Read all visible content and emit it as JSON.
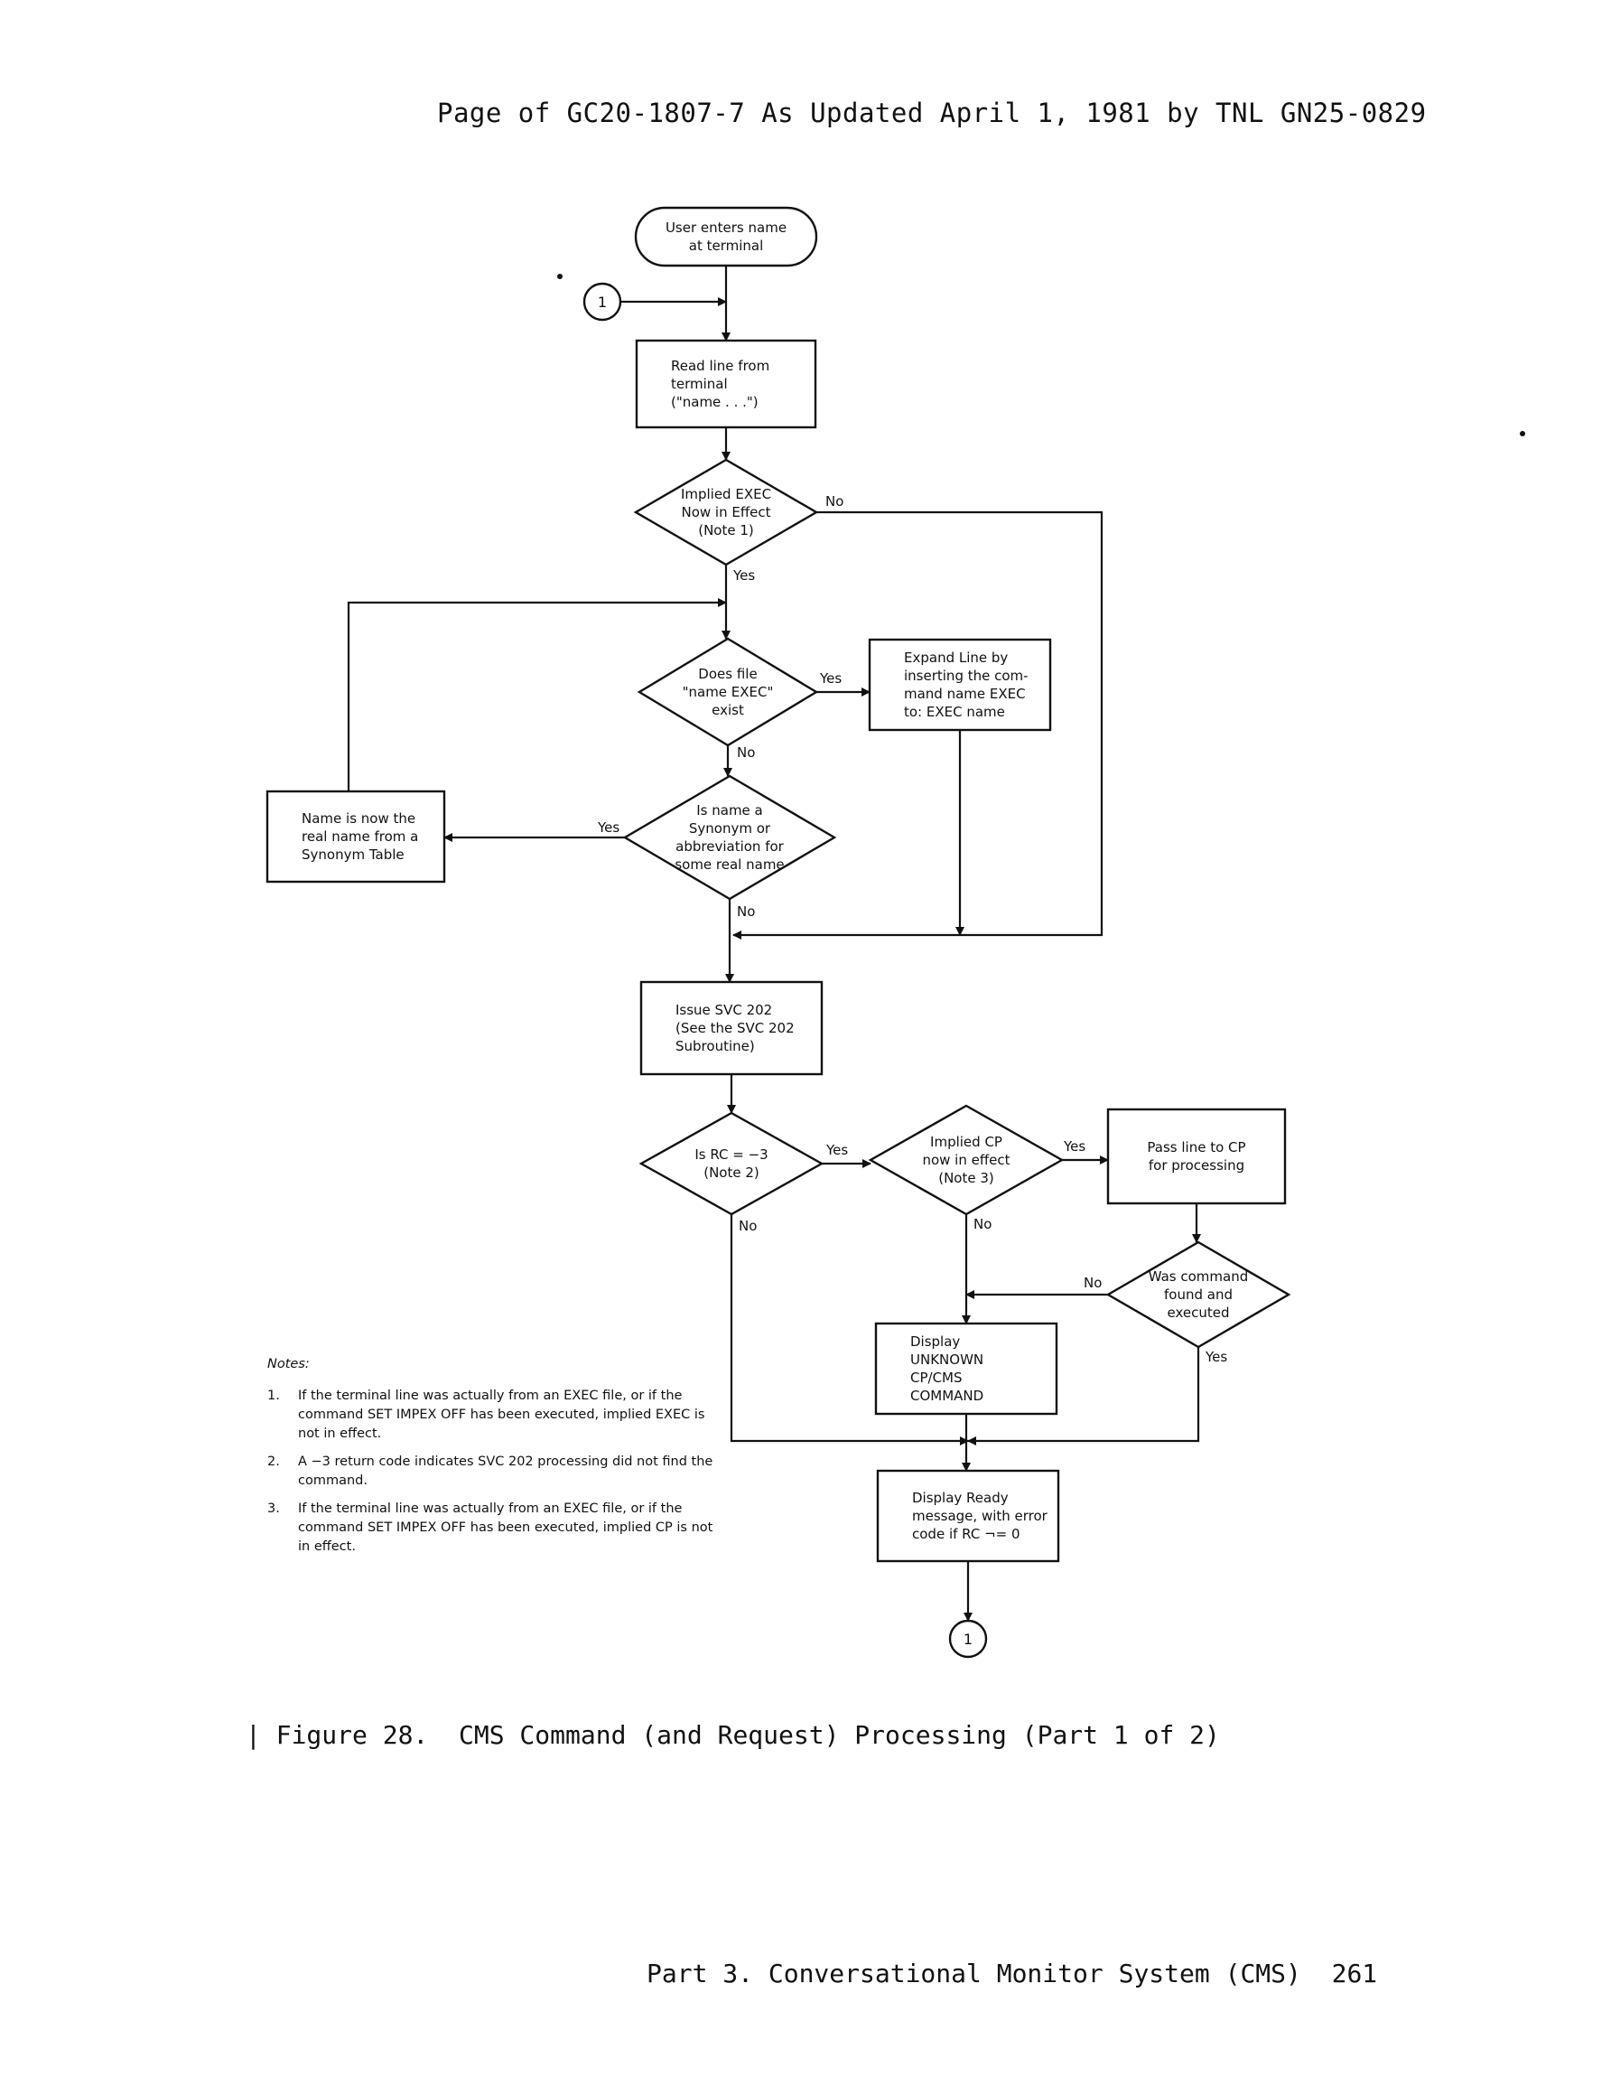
{
  "header": {
    "text": "Page of GC20-1807-7 As Updated April 1, 1981 by TNL GN25-0829"
  },
  "flowchart": {
    "nodes": {
      "start": {
        "type": "terminator",
        "lines": [
          "User enters name",
          "at terminal"
        ]
      },
      "read_line": {
        "type": "process",
        "lines": [
          "Read line from",
          "terminal",
          "(\"name . . .\")"
        ]
      },
      "implied_exec": {
        "type": "decision",
        "lines": [
          "Implied EXEC",
          "Now in Effect",
          "(Note 1)"
        ]
      },
      "does_file_exist": {
        "type": "decision",
        "lines": [
          "Does file",
          "\"name EXEC\"",
          "exist"
        ]
      },
      "expand_line": {
        "type": "process",
        "lines": [
          "Expand Line by",
          "inserting the com-",
          "mand name EXEC",
          "to: EXEC name"
        ]
      },
      "is_synonym": {
        "type": "decision",
        "lines": [
          "Is name a",
          "Synonym or",
          "abbreviation for",
          "some real name"
        ]
      },
      "name_real": {
        "type": "process",
        "lines": [
          "Name is now the",
          "real name from a",
          "Synonym Table"
        ]
      },
      "issue_svc": {
        "type": "process",
        "lines": [
          "Issue SVC 202",
          "(See the SVC 202",
          "Subroutine)"
        ]
      },
      "is_rc": {
        "type": "decision",
        "lines": [
          "Is RC = −3",
          "(Note 2)"
        ]
      },
      "implied_cp": {
        "type": "decision",
        "lines": [
          "Implied CP",
          "now in effect",
          "(Note 3)"
        ]
      },
      "pass_cp": {
        "type": "process",
        "lines": [
          "Pass line to CP",
          "for processing"
        ]
      },
      "was_command": {
        "type": "decision",
        "lines": [
          "Was command",
          "found and",
          "executed"
        ]
      },
      "display_unknown": {
        "type": "process",
        "lines": [
          "Display",
          "UNKNOWN",
          "CP/CMS",
          "COMMAND"
        ]
      },
      "display_ready": {
        "type": "process",
        "lines": [
          "Display Ready",
          "message, with error",
          "code if RC ¬= 0"
        ]
      }
    },
    "connectors": {
      "entry": "1",
      "exit": "1"
    },
    "edge_labels": {
      "implied_exec_no": "No",
      "implied_exec_yes": "Yes",
      "file_yes": "Yes",
      "file_no": "No",
      "synonym_yes": "Yes",
      "synonym_no": "No",
      "rc_yes": "Yes",
      "rc_no": "No",
      "cp_yes": "Yes",
      "cp_no": "No",
      "cmd_no": "No",
      "cmd_yes": "Yes"
    }
  },
  "notes": {
    "title": "Notes:",
    "items": [
      {
        "num": "1.",
        "text": "If the terminal line was actually from an EXEC file, or if the command SET IMPEX OFF has been executed, implied EXEC is not in effect."
      },
      {
        "num": "2.",
        "text": "A −3 return code indicates SVC 202 processing did not find the command."
      },
      {
        "num": "3.",
        "text": "If the terminal line was actually from an EXEC file, or if the command SET IMPEX OFF has been executed, implied CP is not in effect."
      }
    ]
  },
  "caption": {
    "text": "| Figure 28.  CMS Command (and Request) Processing (Part 1 of 2)"
  },
  "footer": {
    "text": "Part 3. Conversational Monitor System (CMS)  261"
  }
}
